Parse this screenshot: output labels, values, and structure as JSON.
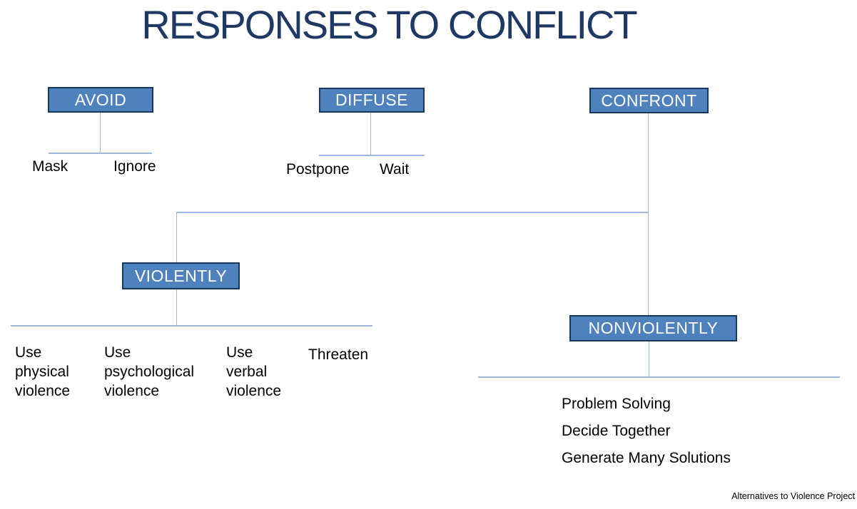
{
  "title": "RESPONSES TO CONFLICT",
  "footer": "Alternatives to Violence Project",
  "colors": {
    "title_navy": "#1f3864",
    "box_fill": "#4f81bd",
    "box_border": "#17375e",
    "box_text": "#ffffff",
    "connector_blue": "#9db8dc",
    "label_text": "#000000"
  },
  "boxes": {
    "avoid": "AVOID",
    "diffuse": "DIFFUSE",
    "confront": "CONFRONT",
    "violently": "VIOLENTLY",
    "nonviolently": "NONVIOLENTLY"
  },
  "labels": {
    "avoid_children": [
      "Mask",
      "Ignore"
    ],
    "diffuse_children": [
      "Postpone",
      "Wait"
    ],
    "violently_children": [
      "Use physical violence",
      "Use psychological violence",
      "Use verbal violence",
      "Threaten"
    ],
    "nonviolently_children": [
      "Problem Solving",
      "Decide Together",
      "Generate Many Solutions"
    ]
  }
}
